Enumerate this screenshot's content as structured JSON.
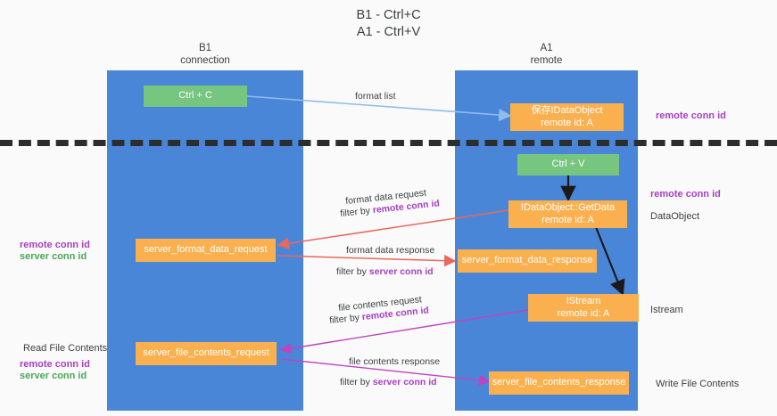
{
  "title": "B1 - Ctrl+C\nA1 - Ctrl+V",
  "lanes": [
    {
      "name": "left-lane",
      "header": "B1\nconnection"
    },
    {
      "name": "right-lane",
      "header": "A1\nremote"
    }
  ],
  "boxes": {
    "ctrl_c": "Ctrl + C",
    "ctrl_v": "Ctrl + V",
    "idataobject": "保存IDataObject\nremote id: A",
    "getdata": "IDataObject::GetData\nremote id: A",
    "format_data_request": "server_format_data_request",
    "format_data_response": "server_format_data_response",
    "istream": "IStream\nremote id: A",
    "file_contents_request": "server_file_contents_request",
    "file_contents_response": "server_file_contents_response"
  },
  "right_labels": {
    "remote_conn_id_top": "remote conn id",
    "remote_conn_id_mid": "remote conn id",
    "dataobject": "DataObject",
    "istream": "Istream",
    "write_file_contents": "Write File Contents"
  },
  "left_labels": {
    "remote_conn_id": "remote conn id",
    "server_conn_id": "server conn id",
    "read_file_contents": "Read File Contents",
    "remote_conn_id_2": "remote conn id",
    "server_conn_id_2": "server conn id"
  },
  "edge_labels": {
    "format_list": "format list",
    "format_data_request": "format data request",
    "format_data_request_filter_prefix": "filter by ",
    "format_data_request_filter_key": "remote conn id",
    "format_data_response": "format data response",
    "format_data_response_filter_prefix": "filter by ",
    "format_data_response_filter_key": "server conn id",
    "file_contents_request": "file contents request",
    "file_contents_request_filter_prefix": "filter by ",
    "file_contents_request_filter_key": "remote conn id",
    "file_contents_response": "file contents response",
    "file_contents_response_filter_prefix": "filter by ",
    "file_contents_response_filter_key": "server conn id"
  },
  "colors": {
    "lane": "#4a86d8",
    "green_box": "#77c680",
    "orange_box": "#fbb050",
    "purple_text": "#a63fc4",
    "green_text": "#4aa657",
    "arrow_light_blue": "#8ebdea",
    "arrow_red": "#e8685d",
    "arrow_black": "#1a1a1a",
    "arrow_magenta": "#c councils"
  }
}
